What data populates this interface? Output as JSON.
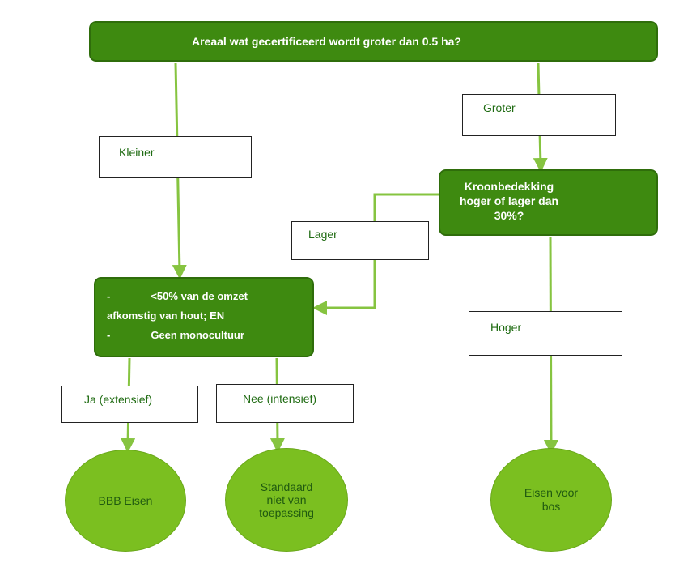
{
  "question_area": "Areaal wat gecertificeerd wordt groter dan 0.5 ha?",
  "label_kleiner": "Kleiner",
  "label_groter": "Groter",
  "question_kroon": [
    "Kroonbedekking",
    "hoger of lager dan",
    "30%?"
  ],
  "label_lager": "Lager",
  "criteria": {
    "line1_bullet": "-",
    "line1": "<50% van de omzet",
    "line2": "afkomstig van hout; EN",
    "line3_bullet": "-",
    "line3": "Geen monocultuur"
  },
  "label_hoger": "Hoger",
  "label_ja": "Ja (extensief)",
  "label_nee": "Nee (intensief)",
  "outcome_bbb": "BBB Eisen",
  "outcome_standaard": [
    "Standaard",
    "niet van",
    "toepassing"
  ],
  "outcome_bos": [
    "Eisen voor",
    "bos"
  ],
  "colors": {
    "dark": "#3e8a10",
    "light": "#7bbf20",
    "connector": "#86c440"
  }
}
